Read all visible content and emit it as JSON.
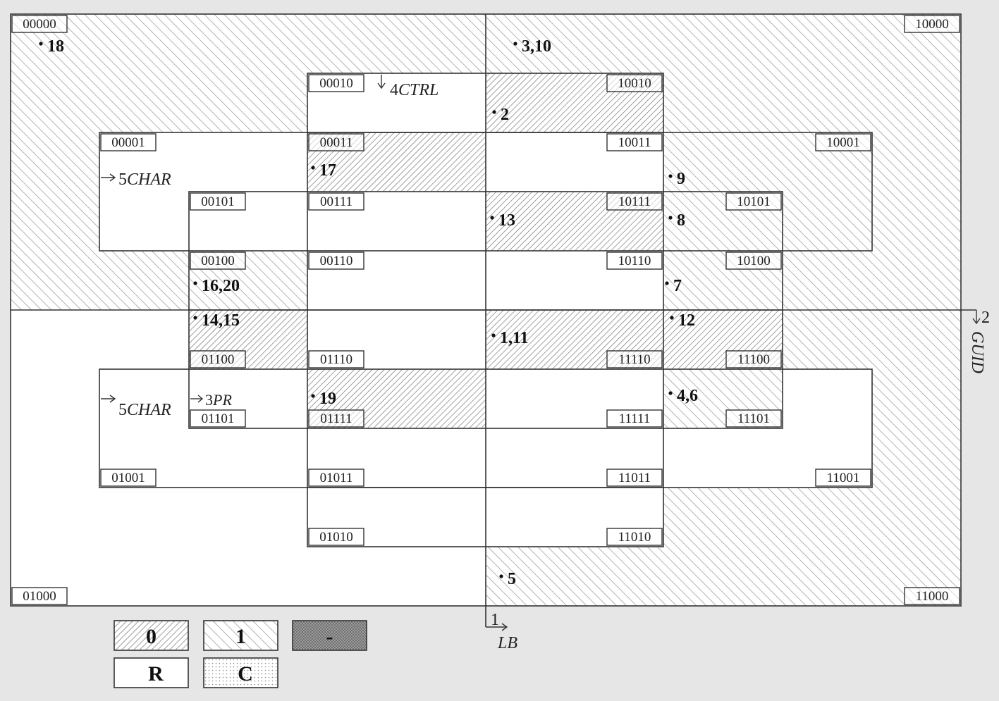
{
  "cells": [
    {
      "code": "00000"
    },
    {
      "code": "10000"
    },
    {
      "code": "00010"
    },
    {
      "code": "10010"
    },
    {
      "code": "00001"
    },
    {
      "code": "00011"
    },
    {
      "code": "10011"
    },
    {
      "code": "10001"
    },
    {
      "code": "00101"
    },
    {
      "code": "00111"
    },
    {
      "code": "10111"
    },
    {
      "code": "10101"
    },
    {
      "code": "00100"
    },
    {
      "code": "00110"
    },
    {
      "code": "10110"
    },
    {
      "code": "10100"
    },
    {
      "code": "01100"
    },
    {
      "code": "01110"
    },
    {
      "code": "11110"
    },
    {
      "code": "11100"
    },
    {
      "code": "01101"
    },
    {
      "code": "01111"
    },
    {
      "code": "11111"
    },
    {
      "code": "11101"
    },
    {
      "code": "01001"
    },
    {
      "code": "01011"
    },
    {
      "code": "11011"
    },
    {
      "code": "11001"
    },
    {
      "code": "01010"
    },
    {
      "code": "11010"
    },
    {
      "code": "01000"
    },
    {
      "code": "11000"
    }
  ],
  "points": [
    "18",
    "3,10",
    "2",
    "17",
    "9",
    "13",
    "8",
    "16,20",
    "7",
    "14,15",
    "1,11",
    "12",
    "19",
    "4,6",
    "5"
  ],
  "variables": {
    "ctrl": {
      "index": "4",
      "name": "CTRL"
    },
    "char_top": {
      "index": "5",
      "name": "CHAR"
    },
    "char_bottom": {
      "index": "5",
      "name": "CHAR"
    },
    "pr": {
      "index": "3",
      "name": "PR"
    },
    "guid": {
      "index": "2",
      "name": "GUID"
    },
    "lb": {
      "index": "1",
      "name": "LB"
    }
  },
  "legend": {
    "zero": "0",
    "one": "1",
    "dash": "-",
    "r": "R",
    "c": "C"
  },
  "colors": {
    "background": "#e6e6e6",
    "line": "#333333",
    "hatch_one": "#9a9a9a",
    "hatch_zero": "#707070",
    "dash_fill": "#8c8c8c"
  }
}
